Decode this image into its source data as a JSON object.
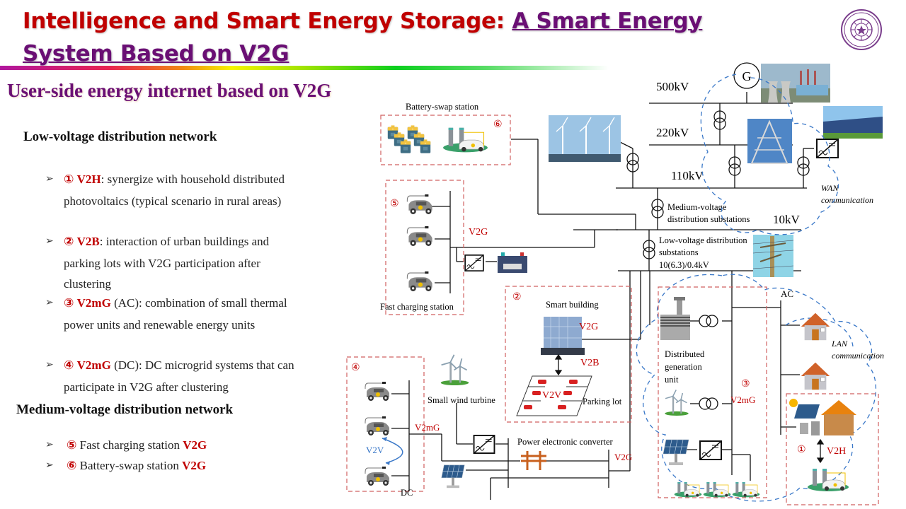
{
  "title": {
    "line1_red": "Intelligence and Smart Energy Storage: ",
    "line1_purple": "A Smart Energy",
    "line2": "System Based on V2G"
  },
  "subtitle": "User-side energy internet based on V2G",
  "logo": {
    "name": "university-seal",
    "color": "#7a3d8c"
  },
  "colors": {
    "title_red": "#c00000",
    "title_purple": "#6a0f74",
    "accent_red": "#c00000",
    "comm_blue": "#3a78c8",
    "box_red": "#d06060"
  },
  "low_voltage": {
    "heading": "Low-voltage distribution network",
    "bullets": [
      {
        "num": "①",
        "key": "V2H",
        "rest": ": synergize with household distributed photovoltaics (typical scenario in rural areas)"
      },
      {
        "num": "②",
        "key": "V2B",
        "rest": ": interaction of urban buildings and parking lots with V2G participation after clustering"
      },
      {
        "num": "③",
        "key": "V2mG",
        "rest": " (AC): combination of small thermal power units and renewable energy units"
      },
      {
        "num": "④",
        "key": "V2mG",
        "rest": " (DC): DC microgrid systems that can participate in V2G after clustering"
      }
    ]
  },
  "medium_voltage": {
    "heading": "Medium-voltage distribution network",
    "bullets": [
      {
        "num": "⑤",
        "text": " Fast charging station ",
        "key": "V2G"
      },
      {
        "num": "⑥",
        "text": " Battery-swap station ",
        "key": "V2G"
      }
    ]
  },
  "bullet_glyph": "➢",
  "diagram": {
    "voltages": {
      "v500": "500kV",
      "v220": "220kV",
      "v110": "110kV",
      "v10": "10kV"
    },
    "generator": "G",
    "mv_substation": [
      "Medium-voltage",
      "distribution substations"
    ],
    "lv_substation": [
      "Low-voltage distribution",
      "substations",
      "10(6.3)/0.4kV"
    ],
    "wan": [
      "WAN",
      "communication"
    ],
    "lan": [
      "LAN",
      "communication"
    ],
    "battery_swap": {
      "label": "Battery-swap station",
      "num": "⑥"
    },
    "fast_charging": {
      "label": "Fast charging station",
      "num": "⑤",
      "tag": "V2G"
    },
    "smart_building": {
      "label": "Smart building",
      "num": "②",
      "v2g": "V2G",
      "v2b": "V2B",
      "v2v": "V2V",
      "parking": "Parking lot"
    },
    "dg_unit": {
      "label": [
        "Distributed",
        "generation",
        "unit"
      ],
      "num": "③",
      "tag": "V2mG"
    },
    "ac": "AC",
    "home": {
      "num": "①",
      "tag": "V2H"
    },
    "dc_microgrid": {
      "num": "④",
      "tag": "V2mG",
      "v2v": "V2V",
      "dc": "DC"
    },
    "small_wind": "Small wind turbine",
    "pec": {
      "label": "Power electronic converter",
      "tag": "V2G"
    }
  }
}
